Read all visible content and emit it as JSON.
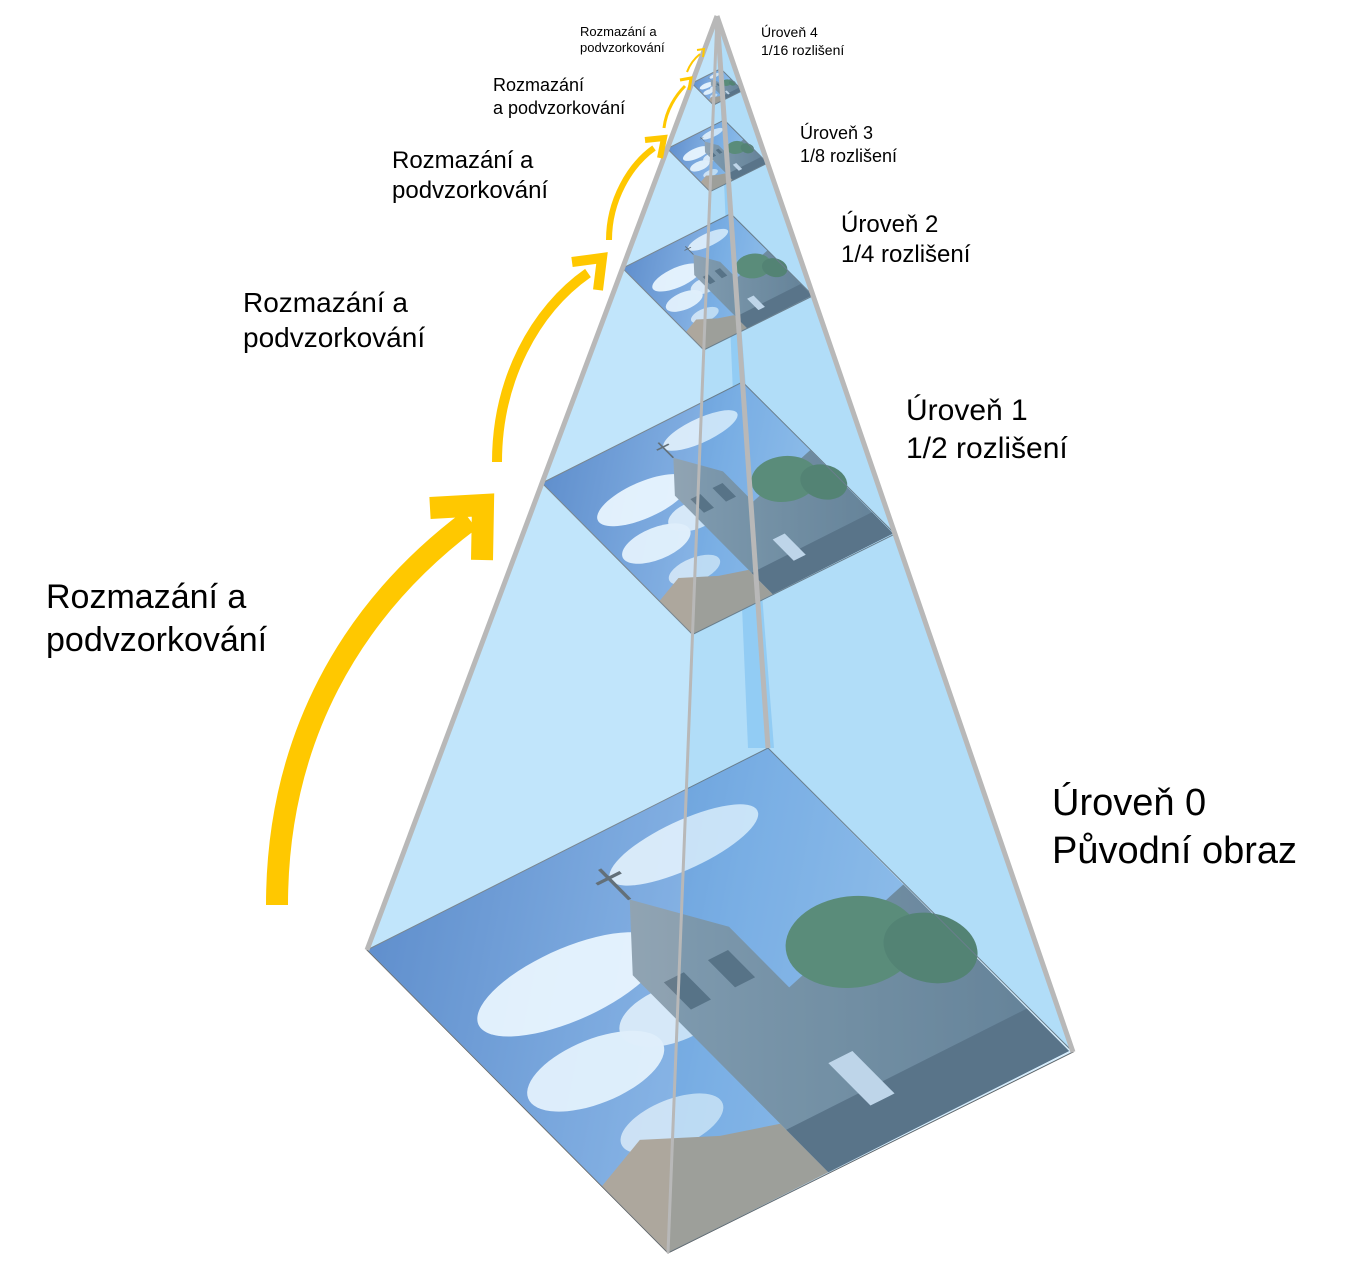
{
  "levels": [
    {
      "name": "Úroveň 0",
      "desc": "Původní obraz"
    },
    {
      "name": "Úroveň 1",
      "desc": "1/2 rozlišení"
    },
    {
      "name": "Úroveň 2",
      "desc": "1/4 rozlišení"
    },
    {
      "name": "Úroveň 3",
      "desc": "1/8 rozlišení"
    },
    {
      "name": "Úroveň 4",
      "desc": "1/16 rozlišení"
    }
  ],
  "arrow_labels": [
    {
      "line1": "Rozmazání a",
      "line2": "podvzorkování"
    },
    {
      "line1": "Rozmazání a",
      "line2": "podvzorkování"
    },
    {
      "line1": "Rozmazání a",
      "line2": "podvzorkování"
    },
    {
      "line1": "Rozmazání",
      "line2": "a podvzorkování"
    },
    {
      "line1": "Rozmazání a",
      "line2": "podvzorkování"
    }
  ],
  "colors": {
    "pyramid_fill": "#bde3fb",
    "pyramid_edge": "#b8b8b8",
    "arrow": "#ffc800",
    "sky_top": "#3f77c4",
    "cloud": "#ffffff",
    "building": "#6e7c88"
  }
}
